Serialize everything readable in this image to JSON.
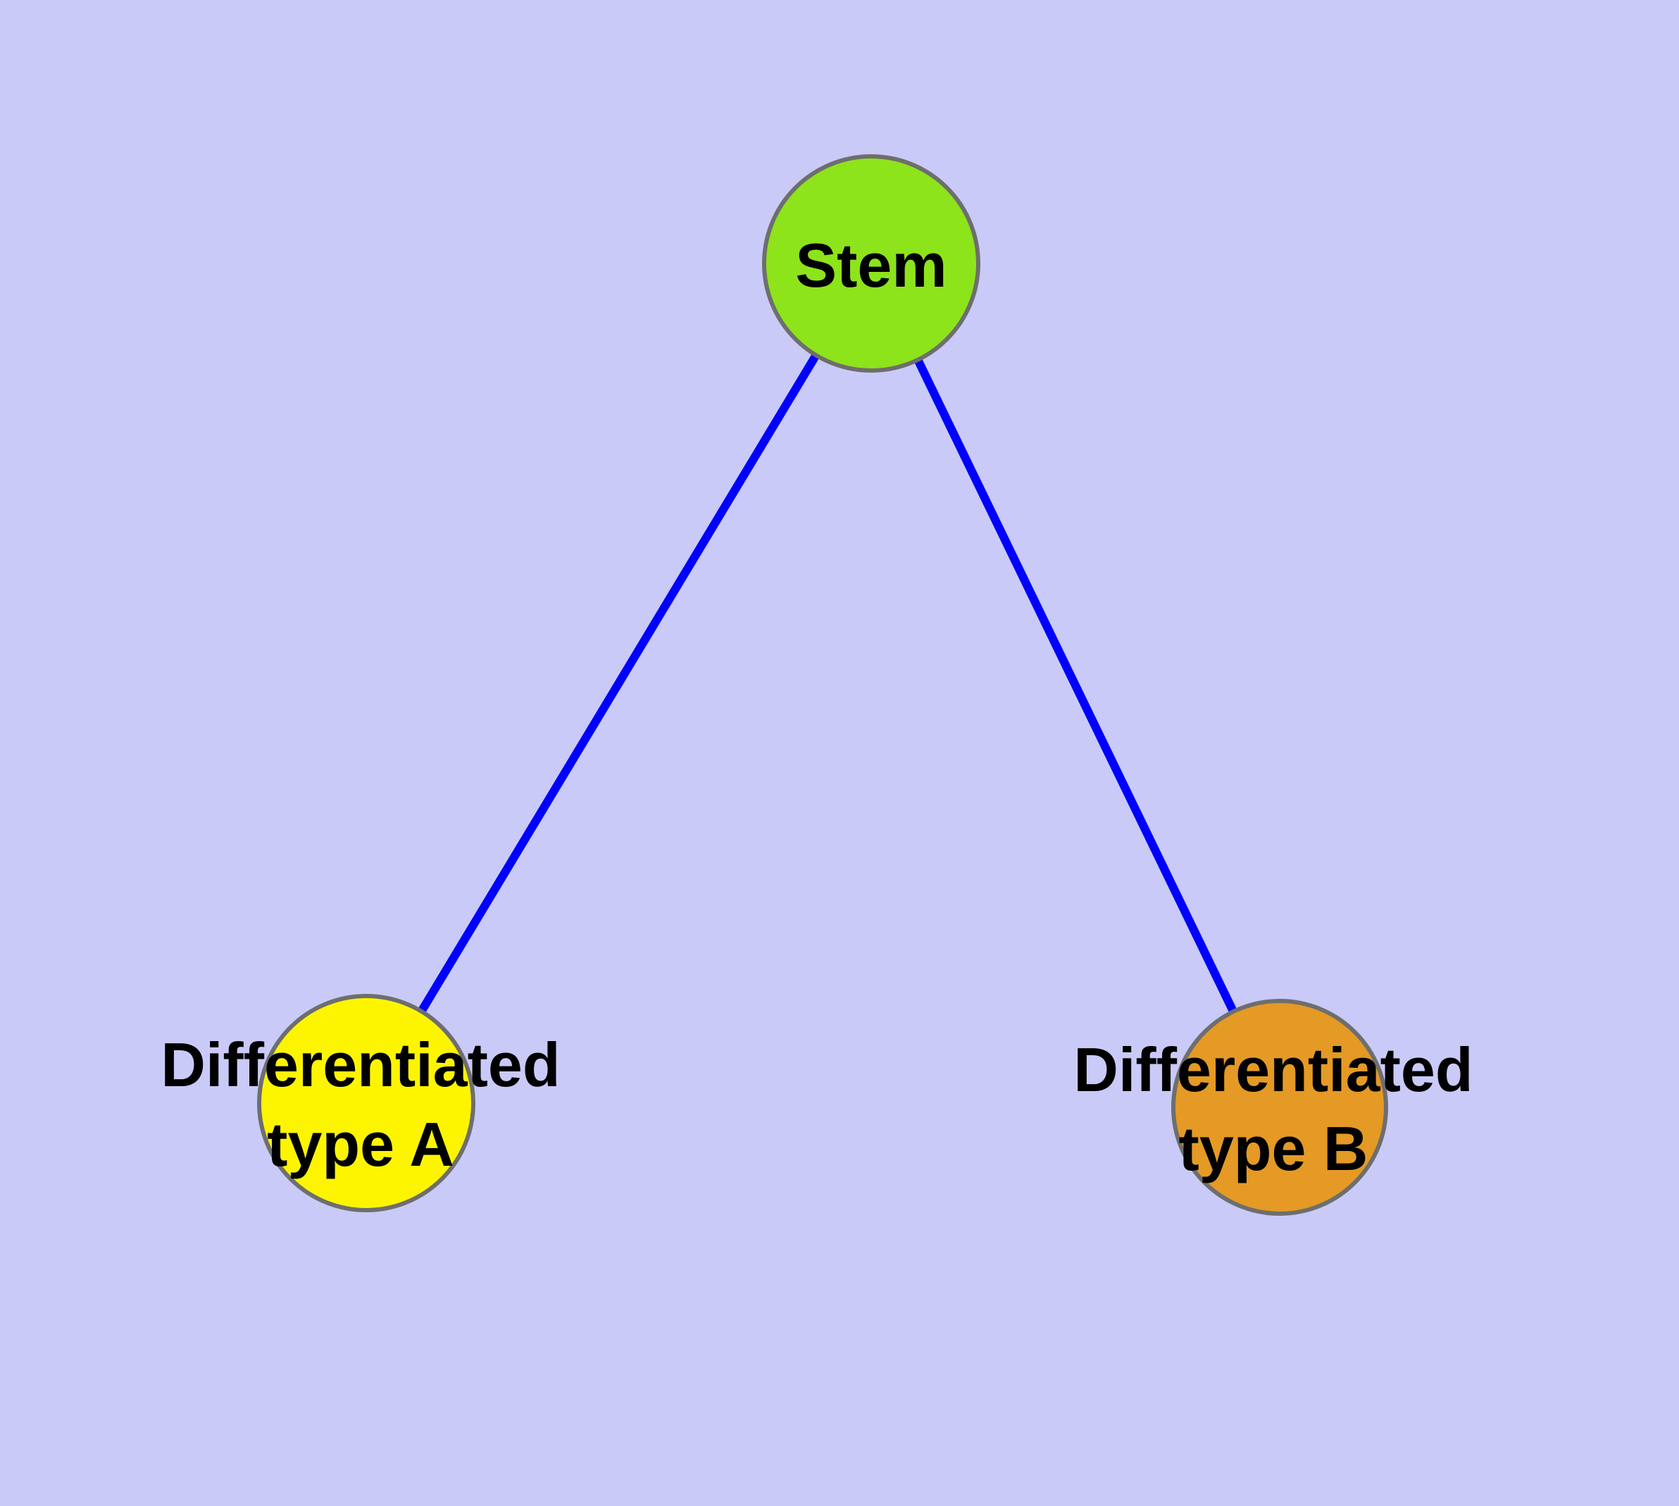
{
  "diagram": {
    "type": "node-link-graph",
    "colors": {
      "background": "#CACAF8",
      "edge": "#0000FF",
      "node_border": "#6E6E6E",
      "label_text": "#000000"
    },
    "nodes": [
      {
        "id": "stem",
        "label": "Stem",
        "lines": [
          "Stem"
        ],
        "fill": "#8DE41A"
      },
      {
        "id": "differentiated-type-a",
        "label": "Differentiated type A",
        "lines": [
          "Differentiated",
          "type A"
        ],
        "fill": "#FDF500"
      },
      {
        "id": "differentiated-type-b",
        "label": "Differentiated type B",
        "lines": [
          "Differentiated",
          "type B"
        ],
        "fill": "#E49A24"
      }
    ],
    "edges": [
      {
        "from": "Stem",
        "to": "Differentiated type A"
      },
      {
        "from": "Stem",
        "to": "Differentiated type B"
      }
    ]
  }
}
